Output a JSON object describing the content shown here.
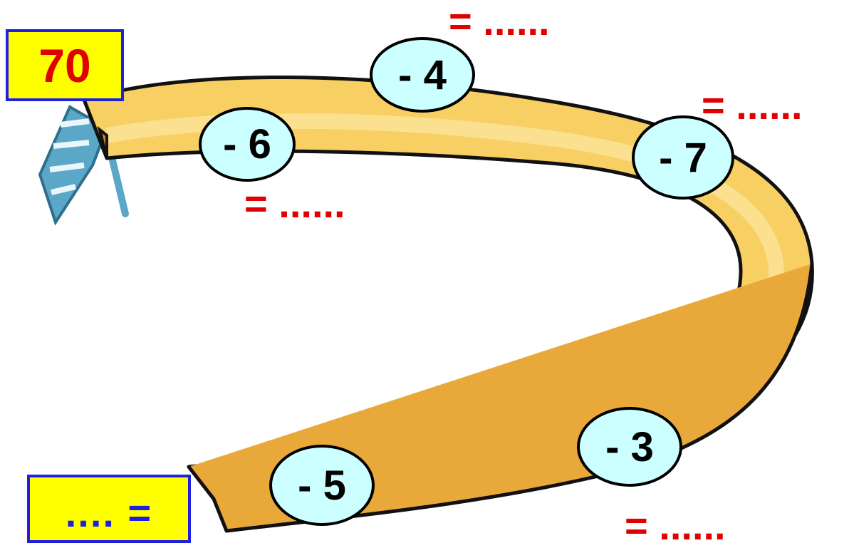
{
  "start": {
    "value": "70"
  },
  "steps": [
    {
      "op": "- 4",
      "blank": "= ......"
    },
    {
      "op": "- 6",
      "blank": "= ......"
    },
    {
      "op": "- 7",
      "blank": "= ......"
    },
    {
      "op": "- 3",
      "blank": "= ......"
    },
    {
      "op": "- 5",
      "blank": ""
    }
  ],
  "result": {
    "text": ".... ="
  },
  "colors": {
    "box_fill": "#ffff00",
    "box_border": "#1f1fe0",
    "start_text": "#e00000",
    "result_text": "#1f1fe0",
    "circle_fill": "#ccffff",
    "blank_text": "#e00000",
    "slide_fill": "#f7cf63",
    "ladder": "#5aa7c8"
  }
}
